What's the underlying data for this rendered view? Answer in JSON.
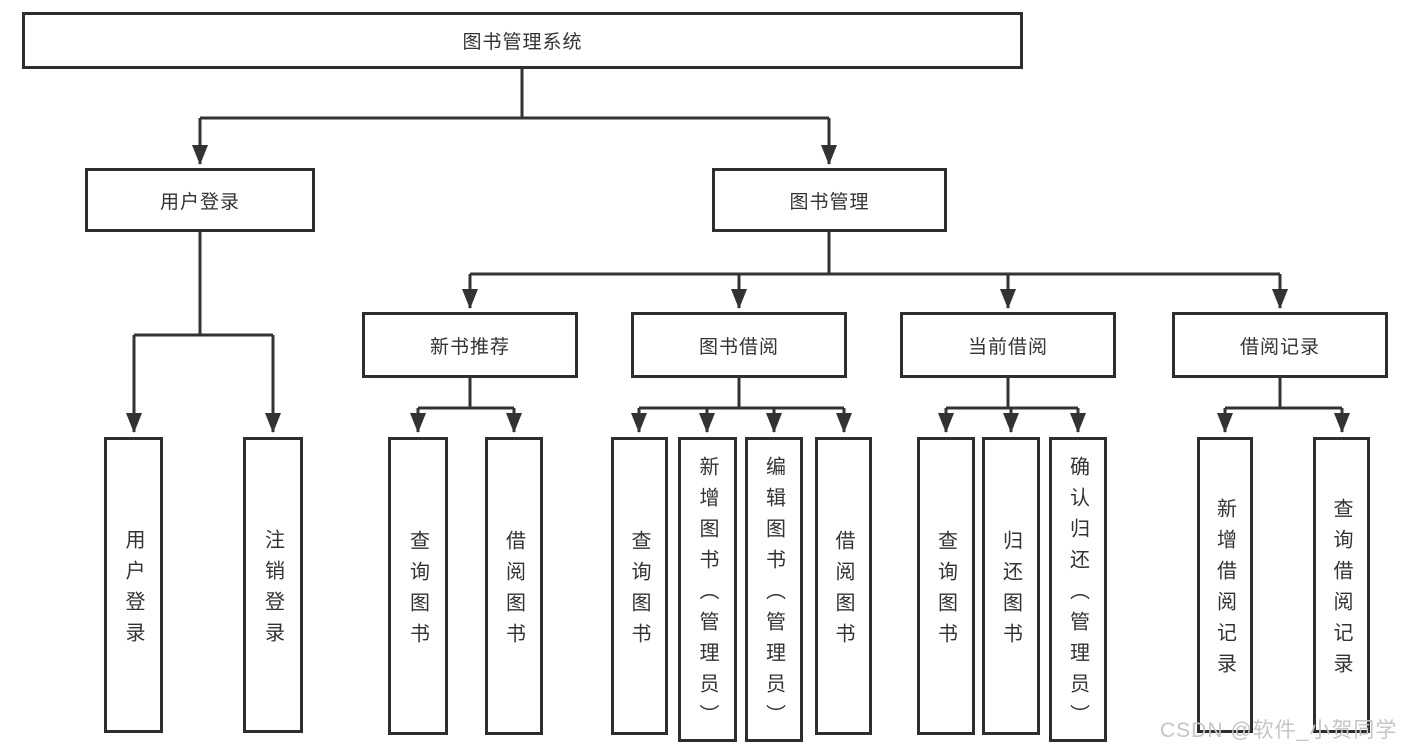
{
  "diagram": {
    "title": "图书管理系统",
    "root": {
      "label": "图书管理系统"
    },
    "branches": [
      {
        "label": "用户登录",
        "children": [
          {
            "label": "用户登录"
          },
          {
            "label": "注销登录"
          }
        ]
      },
      {
        "label": "图书管理",
        "children": [
          {
            "label": "新书推荐",
            "children": [
              {
                "label": "查询图书"
              },
              {
                "label": "借阅图书"
              }
            ]
          },
          {
            "label": "图书借阅",
            "children": [
              {
                "label": "查询图书"
              },
              {
                "label": "新增图书（管理员）"
              },
              {
                "label": "编辑图书（管理员）"
              },
              {
                "label": "借阅图书"
              }
            ]
          },
          {
            "label": "当前借阅",
            "children": [
              {
                "label": "查询图书"
              },
              {
                "label": "归还图书"
              },
              {
                "label": "确认归还（管理员）"
              }
            ]
          },
          {
            "label": "借阅记录",
            "children": [
              {
                "label": "新增借阅记录"
              },
              {
                "label": "查询借阅记录"
              }
            ]
          }
        ]
      }
    ]
  },
  "watermark": {
    "text": "CSDN @软件_小贺同学"
  },
  "colors": {
    "line": "#333333",
    "box_border": "#2e2e2e",
    "text": "#333333",
    "watermark": "#c5c5c5",
    "background": "#ffffff"
  }
}
